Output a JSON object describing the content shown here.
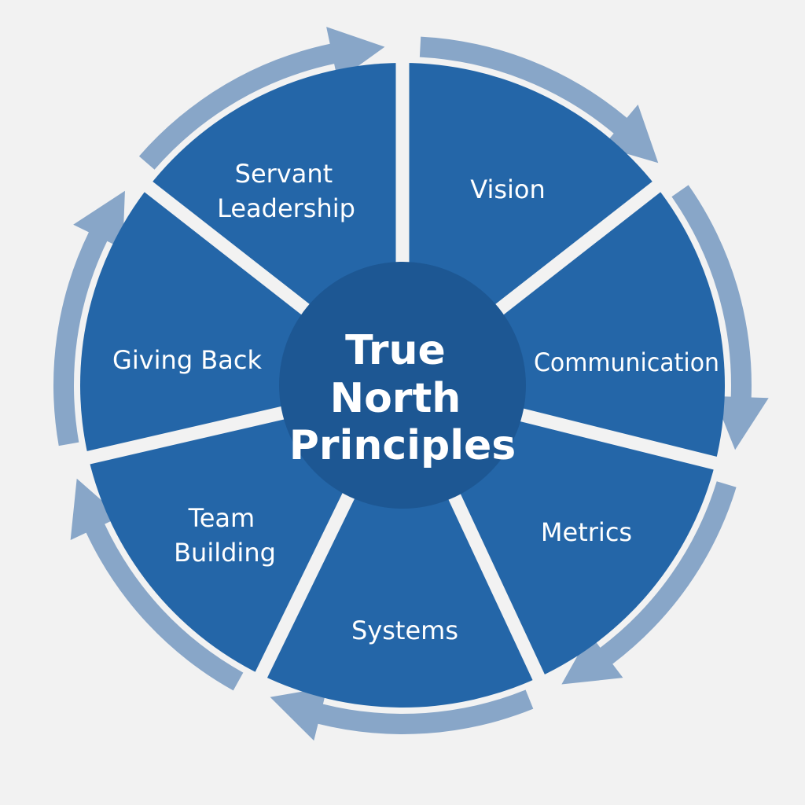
{
  "diagram": {
    "center_lines": [
      "True",
      "North",
      "Principles"
    ],
    "segments": [
      {
        "id": "servant-leadership",
        "lines": [
          "Servant",
          "Leadership"
        ]
      },
      {
        "id": "vision",
        "lines": [
          "Vision"
        ]
      },
      {
        "id": "communication",
        "lines": [
          "Communication"
        ]
      },
      {
        "id": "metrics",
        "lines": [
          "Metrics"
        ]
      },
      {
        "id": "systems",
        "lines": [
          "Systems"
        ]
      },
      {
        "id": "team-building",
        "lines": [
          "Team",
          "Building"
        ]
      },
      {
        "id": "giving-back",
        "lines": [
          "Giving Back"
        ]
      }
    ],
    "colors": {
      "background": "#f2f2f2",
      "segment_fill": "#2466a8",
      "center_fill": "#1d5793",
      "arrow_fill": "#88a6c8",
      "divider": "#f2f2f2",
      "text": "#ffffff"
    }
  }
}
